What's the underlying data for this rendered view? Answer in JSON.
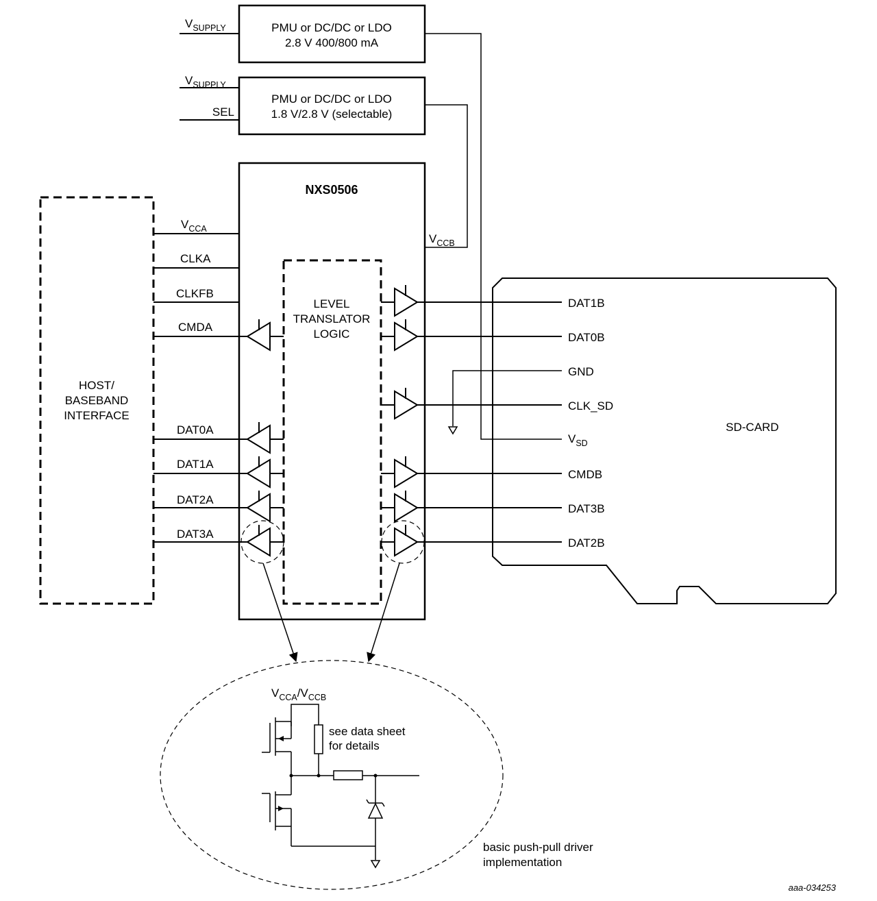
{
  "supply_box_1": {
    "input_label": "V",
    "input_sub": "SUPPLY",
    "line1": "PMU or DC/DC or LDO",
    "line2": "2.8 V 400/800 mA"
  },
  "supply_box_2": {
    "input_label": "V",
    "input_sub": "SUPPLY",
    "sel_label": "SEL",
    "line1": "PMU or DC/DC or LDO",
    "line2": "1.8 V/2.8 V (selectable)"
  },
  "chip": {
    "title": "NXS0506",
    "vccb_label": "V",
    "vccb_sub": "CCB",
    "logic_lines": [
      "LEVEL",
      "TRANSLATOR",
      "LOGIC"
    ]
  },
  "host": {
    "lines": [
      "HOST/",
      "BASEBAND",
      "INTERFACE"
    ],
    "pins": {
      "vcca": "V",
      "vcca_sub": "CCA",
      "clka": "CLKA",
      "clkfb": "CLKFB",
      "cmda": "CMDA",
      "dat0a": "DAT0A",
      "dat1a": "DAT1A",
      "dat2a": "DAT2A",
      "dat3a": "DAT3A"
    }
  },
  "sdcard": {
    "label": "SD-CARD",
    "pins": {
      "dat1b": "DAT1B",
      "dat0b": "DAT0B",
      "gnd": "GND",
      "clk_sd": "CLK_SD",
      "vsd": "V",
      "vsd_sub": "SD",
      "cmdb": "CMDB",
      "dat3b": "DAT3B",
      "dat2b": "DAT2B"
    }
  },
  "detail": {
    "supply_a": "V",
    "supply_a_sub": "CCA",
    "slash": "/",
    "supply_b": "V",
    "supply_b_sub": "CCB",
    "note_line1": "see data sheet",
    "note_line2": "for details",
    "caption_line1": "basic push-pull driver",
    "caption_line2": "implementation"
  },
  "figure_ref": "aaa-034253"
}
